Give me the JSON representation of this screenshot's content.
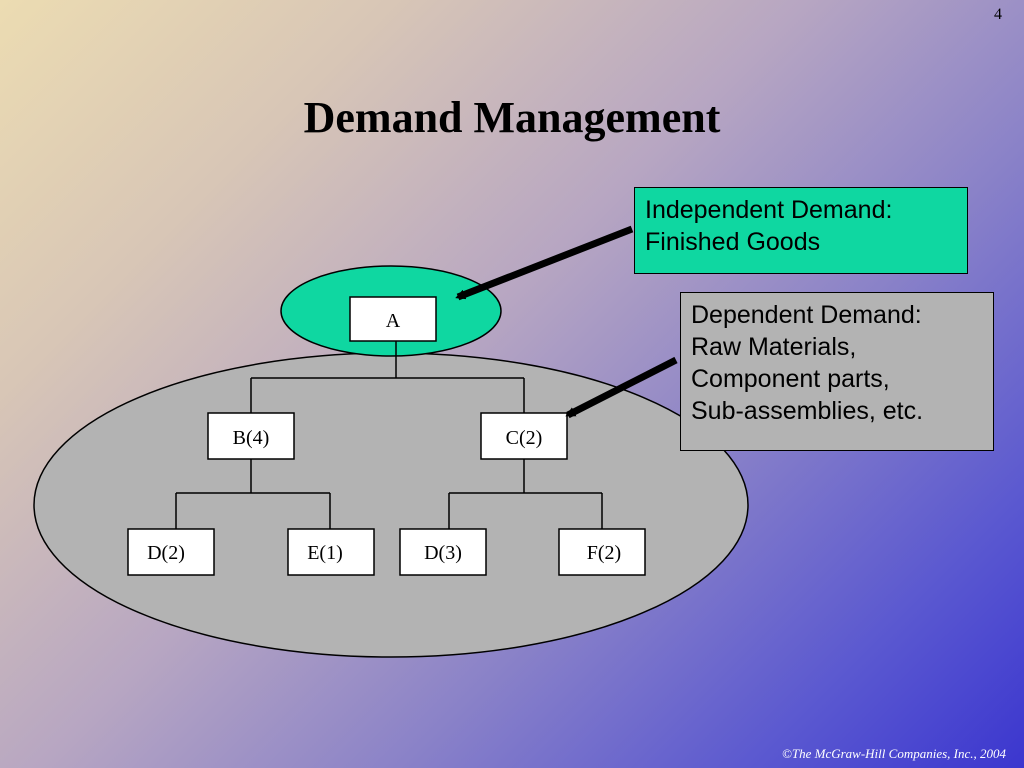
{
  "slide": {
    "number": "4",
    "title": "Demand Management",
    "copyright": "©The McGraw-Hill Companies, Inc., 2004"
  },
  "callouts": {
    "independent": {
      "lines": [
        "Independent Demand:",
        "Finished Goods"
      ]
    },
    "dependent": {
      "lines": [
        "Dependent Demand:",
        "Raw Materials,",
        "Component parts,",
        "Sub-assemblies, etc."
      ]
    }
  },
  "tree": {
    "root": "A",
    "level1": [
      "B(4)",
      "C(2)"
    ],
    "level2": [
      "D(2)",
      "E(1)",
      "D(3)",
      "F(2)"
    ]
  },
  "colors": {
    "independent_fill": "#0fd7a1",
    "dependent_fill": "#b3b3b3",
    "box_fill": "#ffffff",
    "arrow": "#000000"
  }
}
